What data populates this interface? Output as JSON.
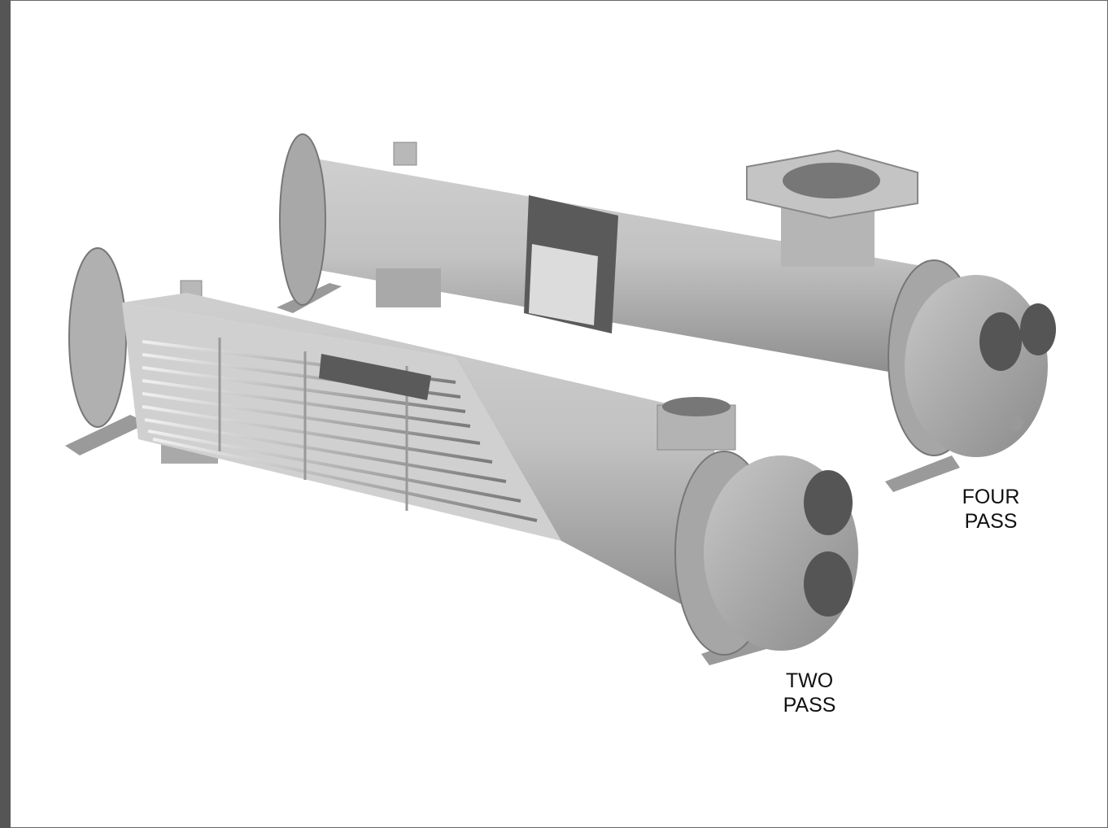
{
  "image": {
    "subject": "shell-and-tube heat exchangers",
    "labels": {
      "four_pass": {
        "line1": "FOUR",
        "line2": "PASS"
      },
      "two_pass": {
        "line1": "TWO",
        "line2": "PASS"
      }
    },
    "colors": {
      "background": "#ffffff",
      "frame_bar": "#555555",
      "shell": "#bdbdbd",
      "shell_shadow": "#8f8f8f",
      "tube": "#d8d8d8"
    }
  }
}
